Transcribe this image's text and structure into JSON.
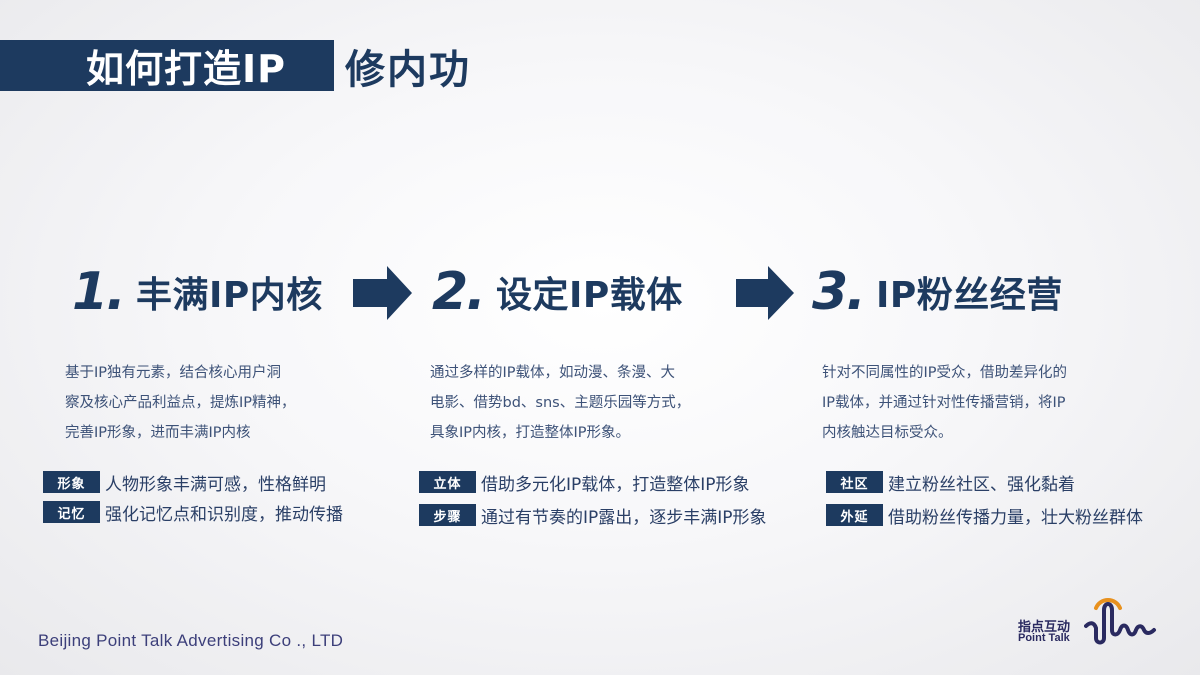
{
  "header": {
    "title": "如何打造IP",
    "subtitle": "修内功",
    "bar_color": "#1d3a5f"
  },
  "steps": [
    {
      "number": "1.",
      "title": "丰满IP内核",
      "description": [
        "基于IP独有元素，结合核心用户洞",
        "察及核心产品利益点，提炼IP精神，",
        "完善IP形象，进而丰满IP内核"
      ],
      "tags": [
        {
          "label": "形象",
          "text": "人物形象丰满可感，性格鲜明"
        },
        {
          "label": "记忆",
          "text": "强化记忆点和识别度，推动传播"
        }
      ]
    },
    {
      "number": "2.",
      "title": "设定IP载体",
      "description": [
        "通过多样的IP载体，如动漫、条漫、大",
        "电影、借势bd、sns、主题乐园等方式，",
        "具象IP内核，打造整体IP形象。"
      ],
      "tags": [
        {
          "label": "立体",
          "text": "借助多元化IP载体，打造整体IP形象"
        },
        {
          "label": "步骤",
          "text": "通过有节奏的IP露出，逐步丰满IP形象"
        }
      ]
    },
    {
      "number": "3.",
      "title": "IP粉丝经营",
      "description": [
        "针对不同属性的IP受众，借助差异化的",
        "IP载体，并通过针对性传播营销，将IP",
        "内核触达目标受众。"
      ],
      "tags": [
        {
          "label": "社区",
          "text": "建立粉丝社区、强化黏着"
        },
        {
          "label": "外延",
          "text": "借助粉丝传播力量，壮大粉丝群体"
        }
      ]
    }
  ],
  "icons": {
    "arrow": "right-arrow-icon",
    "logo": "point-talk-logo-icon"
  },
  "colors": {
    "primary": "#1d3a5f",
    "text": "#3d5278",
    "logo_orange": "#e8911e",
    "logo_navy": "#2a2a60"
  },
  "footer": {
    "company": "Beijing Point Talk Advertising Co ., LTD",
    "logo_cn": "指点互动",
    "logo_en": "Point Talk"
  }
}
